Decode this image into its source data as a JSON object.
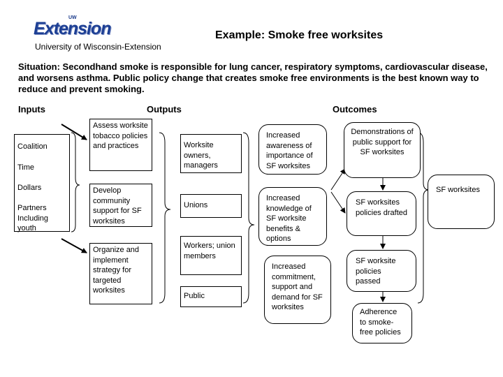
{
  "logo": {
    "small": "UW",
    "main": "Extension"
  },
  "org_name": "University of Wisconsin-Extension",
  "title": "Example: Smoke free worksites",
  "situation": "Situation:  Secondhand smoke is responsible for lung cancer, respiratory symptoms, cardiovascular disease, and worsens asthma.  Public policy change that creates smoke free environments is the best known  way to reduce and prevent smoking.",
  "headers": {
    "inputs": "Inputs",
    "outputs": "Outputs",
    "outcomes": "Outcomes"
  },
  "inputs": {
    "coalition": "Coalition",
    "time": "Time",
    "dollars": "Dollars",
    "partners": "Partners Including youth"
  },
  "activities": {
    "assess": "Assess worksite tobacco policies and practices",
    "develop": "Develop community support for SF worksites",
    "organize": "Organize and implement strategy for targeted worksites"
  },
  "participants": {
    "owners": "Worksite owners, managers",
    "unions": "Unions",
    "workers": "Workers; union members",
    "public": "Public"
  },
  "short_term": {
    "awareness": "Increased awareness of importance of SF worksites",
    "knowledge": "Increased knowledge of SF worksite benefits & options",
    "commitment": "Increased commitment, support and demand for SF worksites"
  },
  "medium_term": {
    "demonstrations": "Demonstrations of public support for SF worksites",
    "drafted": "SF worksites policies drafted",
    "passed": "SF worksite policies passed",
    "adherence": "Adherence to smoke-free policies"
  },
  "long_term": {
    "sf_worksites": "SF worksites"
  }
}
